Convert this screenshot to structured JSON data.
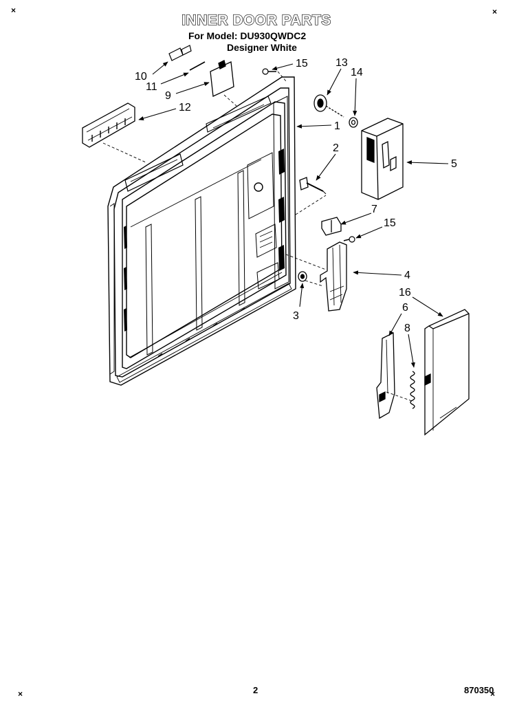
{
  "header": {
    "title": "INNER DOOR PARTS",
    "model_line": "For Model: DU930QWDC2",
    "color_line": "Designer White"
  },
  "footer": {
    "page_number": "2",
    "drawing_code": "870350"
  },
  "corner_marks": {
    "glyph": "×"
  },
  "callouts": {
    "c10": "10",
    "c11": "11",
    "c9": "9",
    "c12": "12",
    "c15a": "15",
    "c13": "13",
    "c14": "14",
    "c1": "1",
    "c2": "2",
    "c5": "5",
    "c7": "7",
    "c15b": "15",
    "c4": "4",
    "c3": "3",
    "c16": "16",
    "c6": "6",
    "c8": "8"
  }
}
